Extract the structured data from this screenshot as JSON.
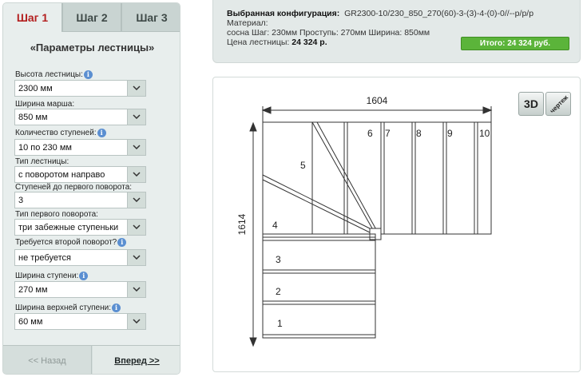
{
  "tabs": [
    {
      "label": "Шаг 1",
      "active": true
    },
    {
      "label": "Шаг 2",
      "active": false
    },
    {
      "label": "Шаг 3",
      "active": false
    }
  ],
  "panel_title": "«Параметры лестницы»",
  "fields": [
    {
      "label": "Высота лестницы:",
      "info": true,
      "value": "2300 мм"
    },
    {
      "label": "Ширина марша:",
      "info": false,
      "value": "850 мм"
    },
    {
      "label": "Количество ступеней:",
      "info": true,
      "value": "10 по 230 мм"
    },
    {
      "label": "Тип лестницы:",
      "info": false,
      "value": "с поворотом направо"
    },
    {
      "label": "Ступеней до первого поворота:",
      "info": false,
      "value": "3"
    },
    {
      "label": "Тип первого поворота:",
      "info": false,
      "value": "три забежные ступеньки"
    },
    {
      "label": "Требуется второй поворот?",
      "info": true,
      "value": "не требуется"
    },
    {
      "label": "Ширина ступени:",
      "info": true,
      "value": "270 мм"
    },
    {
      "label": "Ширина верхней ступени:",
      "info": true,
      "value": "60 мм"
    }
  ],
  "nav": {
    "back_label": "<< Назад",
    "forward_label": "Вперед >>"
  },
  "config": {
    "heading": "Выбранная конфигурация:",
    "code_line": "GR2300-10/230_850_270(60)-3-(3)-4-(0)-0//--р/р/р Материал:",
    "details_line": "сосна Шаг: 230мм Проступь: 270мм Ширина: 850мм",
    "price_label": "Цена лестницы:",
    "price_value": "24 324 р.",
    "total": "Итого: 24 324 руб."
  },
  "drawing": {
    "btn_3d": "3D",
    "btn_drawing": "чертеж",
    "dim_width": "1604",
    "dim_height": "1614",
    "step_labels": [
      "1",
      "2",
      "3",
      "4",
      "5",
      "6",
      "7",
      "8",
      "9",
      "10"
    ]
  },
  "colors": {
    "active_tab_text": "#b31f1f",
    "total_badge": "#5bb43a",
    "info_icon": "#5b8fd1"
  }
}
